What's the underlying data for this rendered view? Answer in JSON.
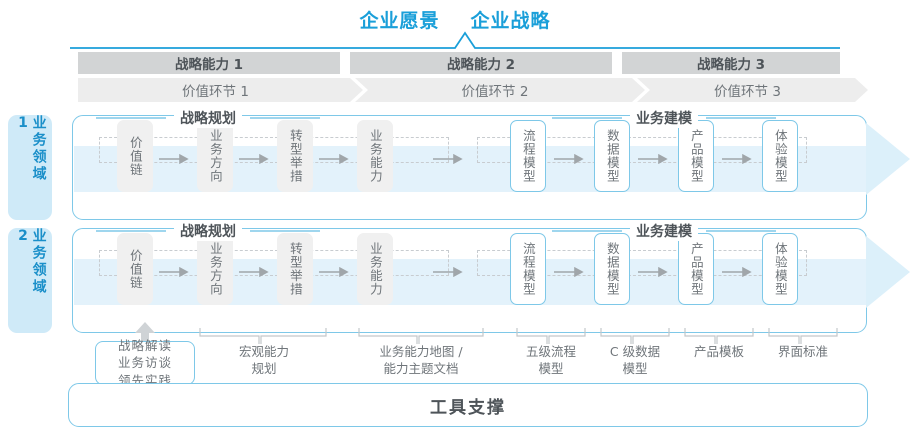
{
  "top": {
    "vision": "企业愿景",
    "strategy": "企业战略"
  },
  "capabilities": [
    {
      "label": "战略能力 1"
    },
    {
      "label": "战略能力 2"
    },
    {
      "label": "战略能力 3"
    }
  ],
  "value_chain": [
    {
      "label": "价值环节 1"
    },
    {
      "label": "价值环节 2"
    },
    {
      "label": "价值环节 3"
    }
  ],
  "domains": [
    {
      "label": "业务领域 1"
    },
    {
      "label": "业务领域 2"
    }
  ],
  "sections": {
    "left": "战略规划",
    "right": "业务建模"
  },
  "nodes": {
    "left": [
      {
        "label": "价值链"
      },
      {
        "label": "业务方向"
      },
      {
        "label": "转型举措"
      },
      {
        "label": "业务能力"
      }
    ],
    "right": [
      {
        "label": "流程模型"
      },
      {
        "label": "数据模型"
      },
      {
        "label": "产品模型"
      },
      {
        "label": "体验模型"
      }
    ]
  },
  "bottom": {
    "tool_box": "战略解读\n业务访谈\n领先实践",
    "labels": [
      {
        "text": "宏观能力\n规划"
      },
      {
        "text": "业务能力地图 /\n能力主题文档"
      },
      {
        "text": "五级流程\n模型"
      },
      {
        "text": "C 级数据\n模型"
      },
      {
        "text": "产品模板"
      },
      {
        "text": "界面标准"
      }
    ],
    "tool_support": "工具支撑"
  },
  "colors": {
    "accent_blue": "#1a9fd9",
    "border_blue": "#7ec8e8",
    "band_blue": "#e3f2fb",
    "domain_bg": "#cfeaf8",
    "cap_gray": "#d2d4d5",
    "vc_gray": "#ededed",
    "node_gray": "#f0f0f0",
    "text_gray": "#6f757a"
  }
}
